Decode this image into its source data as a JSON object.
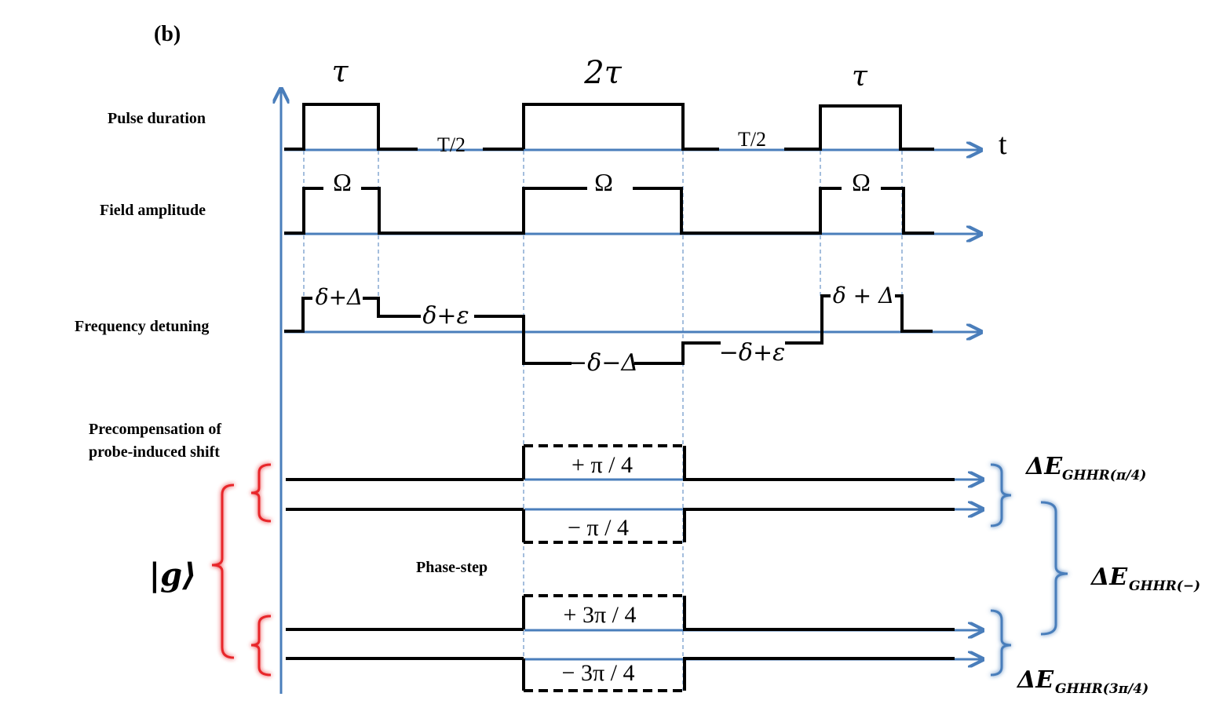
{
  "panel_label": "(b)",
  "time_axis_label": "t",
  "rows": {
    "pulse_duration": "Pulse duration",
    "field_amplitude": "Field amplitude",
    "frequency_detuning": "Frequency detuning",
    "precompensation_line1": "Precompensation of",
    "precompensation_line2": "probe-induced shift",
    "phase_step": "Phase-step",
    "ground_state": "|g⟩"
  },
  "durations": {
    "pulse1": "τ",
    "pulse2": "2τ",
    "pulse3": "τ",
    "free1": "T/2",
    "free2": "T/2"
  },
  "amplitude": {
    "pulse1": "Ω",
    "pulse2": "Ω",
    "pulse3": "Ω"
  },
  "detuning": {
    "pulse1": "δ+Δ",
    "free1": "δ+ε",
    "pulse2": "−δ−Δ",
    "free2": "−δ+ε",
    "pulse3": "δ + Δ"
  },
  "phases": {
    "p1": "+ π / 4",
    "p2": "− π / 4",
    "p3": "+ 3π / 4",
    "p4": "− 3π / 4"
  },
  "energies": {
    "e1_main": "ΔE",
    "e1_sub": "GHHR(π/4)",
    "e2_main": "ΔE",
    "e2_sub": "GHHR(−)",
    "e3_main": "ΔE",
    "e3_sub": "GHHR(3π/4)"
  },
  "colors": {
    "axis_blue": "#4a7ebb",
    "bracket_red": "#e8272a",
    "glow_purple": "#b48ee8"
  }
}
